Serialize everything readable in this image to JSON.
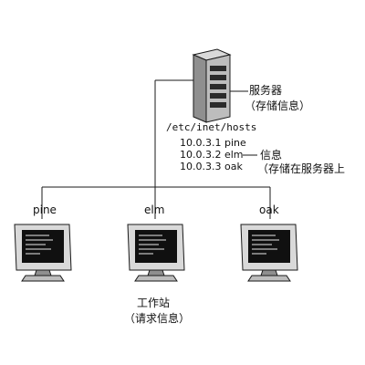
{
  "server": {
    "title": "服务器",
    "subtitle": "（存储信息）"
  },
  "hosts_file": {
    "path": "/etc/inet/hosts",
    "entries": [
      "10.0.3.1 pine",
      "10.0.3.2 elm",
      "10.0.3.3 oak"
    ]
  },
  "info": {
    "title": "信息",
    "subtitle": "（存储在服务器上"
  },
  "clients": [
    {
      "name": "pine"
    },
    {
      "name": "elm"
    },
    {
      "name": "oak"
    }
  ],
  "workstation": {
    "title": "工作站",
    "subtitle": "（请求信息）"
  },
  "colors": {
    "line": "#1a1a1a",
    "device_dark": "#2b2b2b",
    "device_mid": "#8f8f8f",
    "device_light": "#d9d9d9",
    "screen": "#101010",
    "screen_text": "#e8e8e8"
  }
}
